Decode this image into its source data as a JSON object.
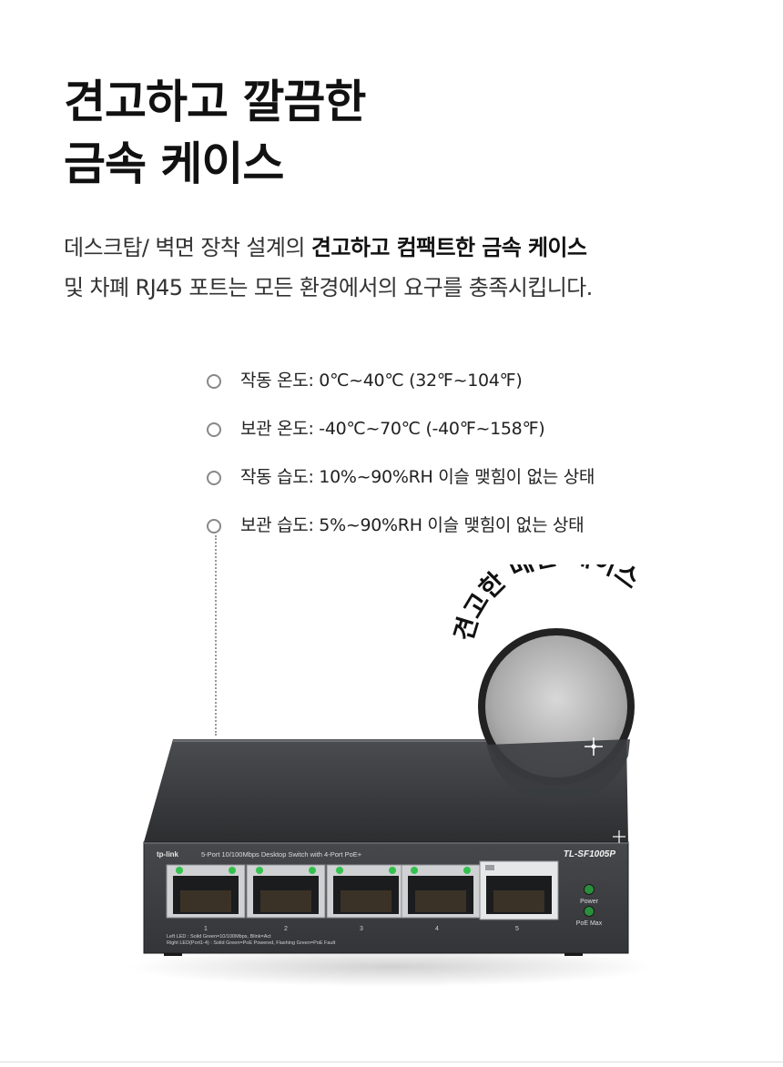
{
  "headline": {
    "line1": "견고하고 깔끔한",
    "line2": "금속 케이스"
  },
  "description": {
    "line1_prefix": "데스크탑/ 벽면 장착 설계의 ",
    "line1_bold": "견고하고 컴팩트한 금속 케이스",
    "line2": "및 차폐 RJ45 포트는 모든 환경에서의 요구를 충족시킵니다."
  },
  "specs": [
    "작동 온도: 0℃~40℃ (32℉~104℉)",
    "보관 온도: -40℃~70℃ (-40℉~158℉)",
    "작동 습도: 10%~90%RH 이슬 맺힘이 없는 상태",
    "보관 습도: 5%~90%RH 이슬 맺힘이 없는 상태"
  ],
  "callout": {
    "label": "견고한 메탈 케이스"
  },
  "device": {
    "brand": "tp-link",
    "description": "5-Port 10/100Mbps Desktop Switch with 4-Port PoE+",
    "model": "TL-SF1005P",
    "port_numbers": [
      "1",
      "2",
      "3",
      "4",
      "5"
    ],
    "led_power": "Power",
    "led_poe": "PoE Max",
    "legend_left": "Left LED : Solid Green=10/100Mbps, Blink=Act",
    "legend_right": "Right LED(Port1-4) : Solid Green=PoE Powered, Flashing Green=PoE Fault"
  },
  "colors": {
    "chassis": "#3b3d40",
    "led_green": "#33c24d",
    "ring": "#222222"
  }
}
